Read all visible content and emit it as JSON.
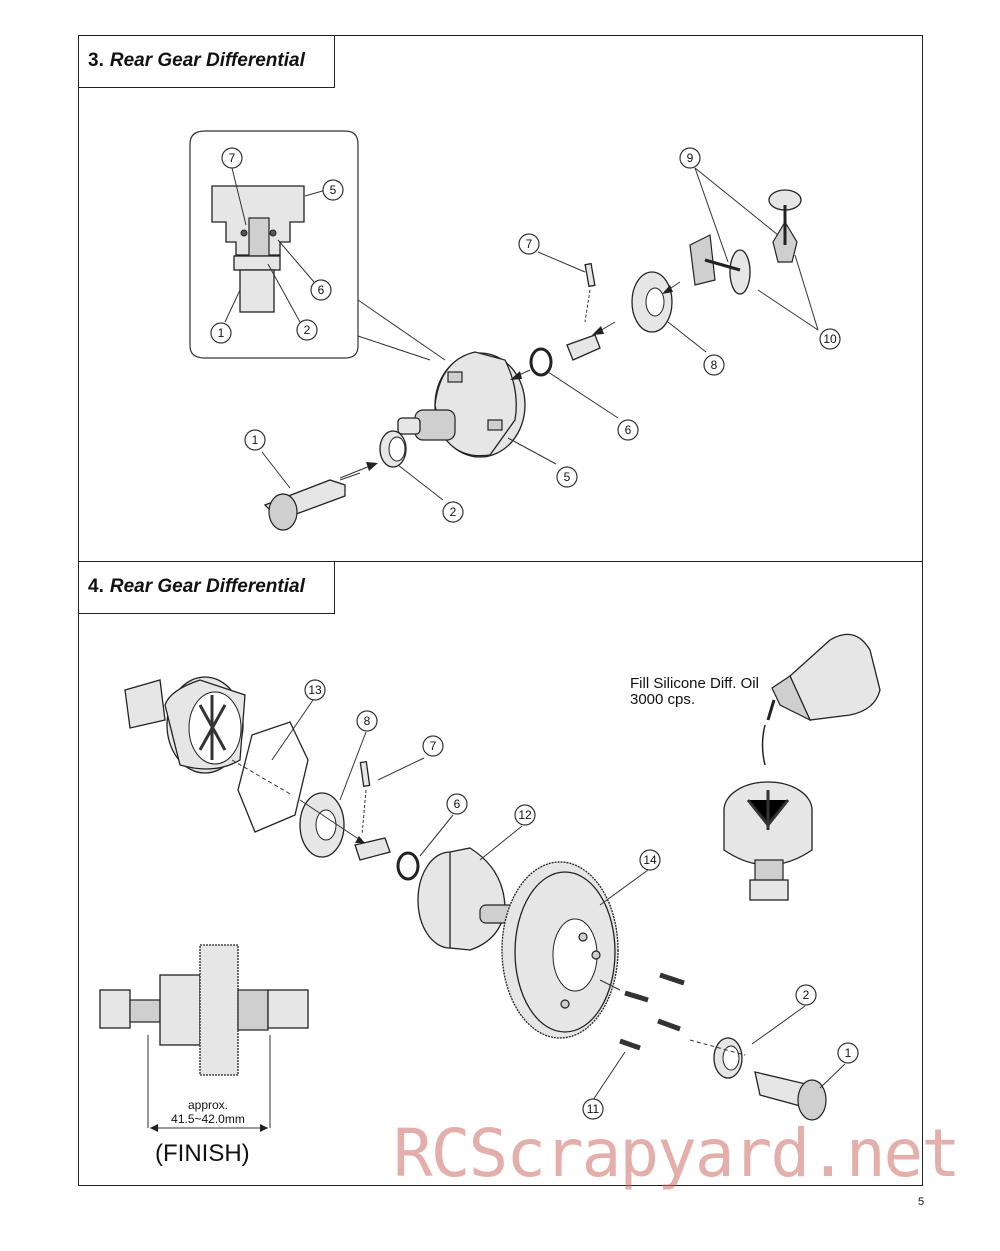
{
  "step3": {
    "number": "3.",
    "title": "Rear Gear Differential"
  },
  "step4": {
    "number": "4.",
    "title": "Rear Gear Differential"
  },
  "callouts": {
    "c1": "1",
    "c2": "2",
    "c5": "5",
    "c6": "6",
    "c7": "7",
    "c8": "8",
    "c9": "9",
    "c10": "10",
    "c11": "11",
    "c12": "12",
    "c13": "13",
    "c14": "14"
  },
  "oil_note": "Fill Silicone Diff. Oil\n3000 cps.",
  "dimension": {
    "approx": "approx.",
    "value": "41.5~42.0mm"
  },
  "finish_label": "(FINISH)",
  "watermark": "RCScrapyard.net",
  "page_number": "5"
}
